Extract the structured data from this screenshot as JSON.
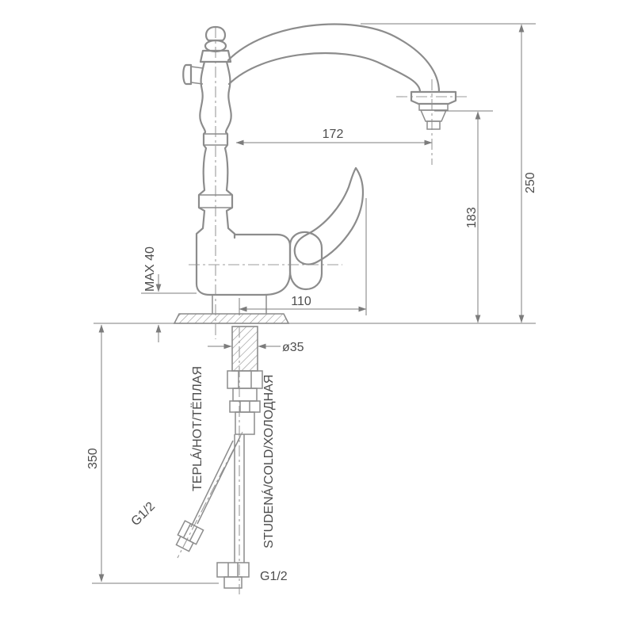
{
  "drawing": {
    "kind": "technical dimension drawing — classic single-lever sink faucet",
    "colors": {
      "outline": "#8c8c8c",
      "dimension": "#7c7c7c",
      "text": "#4d4d4d",
      "background": "#ffffff"
    },
    "dimensions": {
      "spout_reach": "172",
      "overall_height": "250",
      "outlet_height": "183",
      "body_projection": "110",
      "max_deck_thickness": "MAX 40",
      "mounting_hole_diameter": "ø35",
      "hose_length": "350",
      "side_connection_thread": "G1/2",
      "bottom_connection_thread": "G1/2"
    },
    "labels": {
      "hot_supply": "TEPLÁ/HOT/ТЁПЛАЯ",
      "cold_supply": "STUDENÁ/COLD/ХОЛОДНАЯ"
    }
  }
}
